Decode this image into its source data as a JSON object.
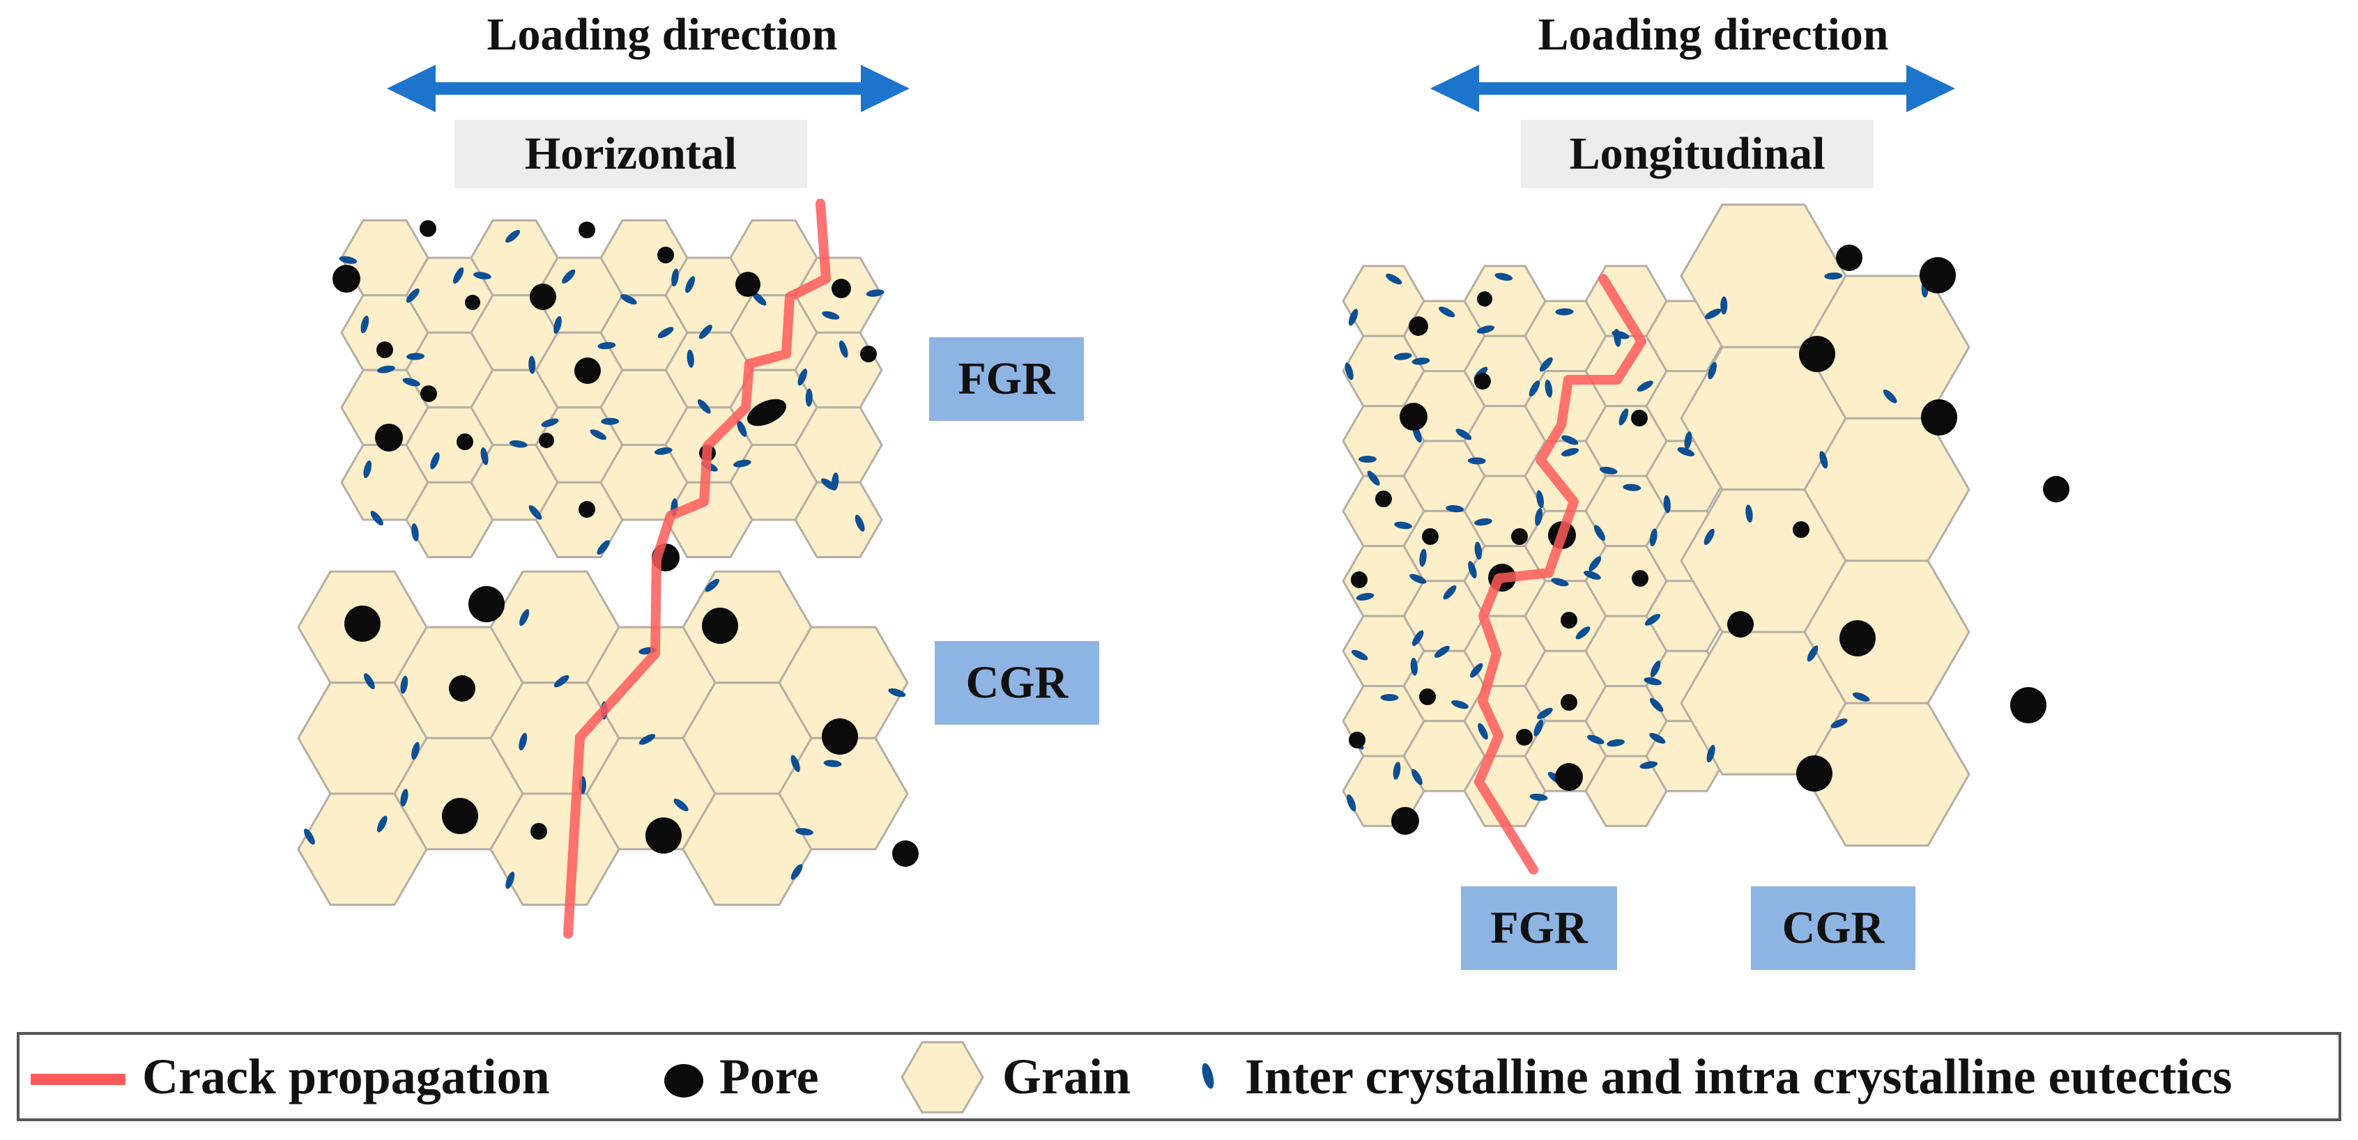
{
  "colors": {
    "grain": "#fdefc9",
    "grain_edge": "#b5aea4",
    "pore": "#0b0b0b",
    "eutectic": "#0c4f94",
    "crack": "#ff5a5a",
    "arrow": "#1d74cc",
    "tag_gray": "#eeeded",
    "tag_blue": "#8eb4e3"
  },
  "left_panel": {
    "title": "Loading direction",
    "orientation": "Horizontal",
    "region_top": "FGR",
    "region_bottom": "CGR"
  },
  "right_panel": {
    "title": "Loading direction",
    "orientation": "Longitudinal",
    "region_left": "FGR",
    "region_right": "CGR"
  },
  "legend": {
    "crack": "Crack propagation",
    "pore": "Pore",
    "grain": "Grain",
    "eutectic": "Inter crystalline and intra crystalline eutectics"
  }
}
